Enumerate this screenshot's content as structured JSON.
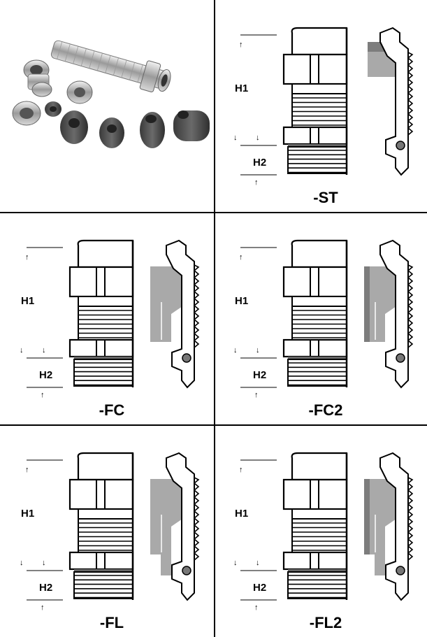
{
  "photo": {
    "description_icon": "cable-gland-parts-photo"
  },
  "panels": [
    {
      "id": "ST",
      "code": "-ST",
      "h1": "H1",
      "h2": "H2",
      "insert": "st"
    },
    {
      "id": "FC",
      "code": "-FC",
      "h1": "H1",
      "h2": "H2",
      "insert": "fc"
    },
    {
      "id": "FC2",
      "code": "-FC2",
      "h1": "H1",
      "h2": "H2",
      "insert": "fc2"
    },
    {
      "id": "FL",
      "code": "-FL",
      "h1": "H1",
      "h2": "H2",
      "insert": "fl"
    },
    {
      "id": "FL2",
      "code": "-FL2",
      "h1": "H1",
      "h2": "H2",
      "insert": "fl2"
    }
  ],
  "colors": {
    "insert_light": "#a9a9a9",
    "insert_dark": "#7d7d7d",
    "line": "#000000"
  }
}
